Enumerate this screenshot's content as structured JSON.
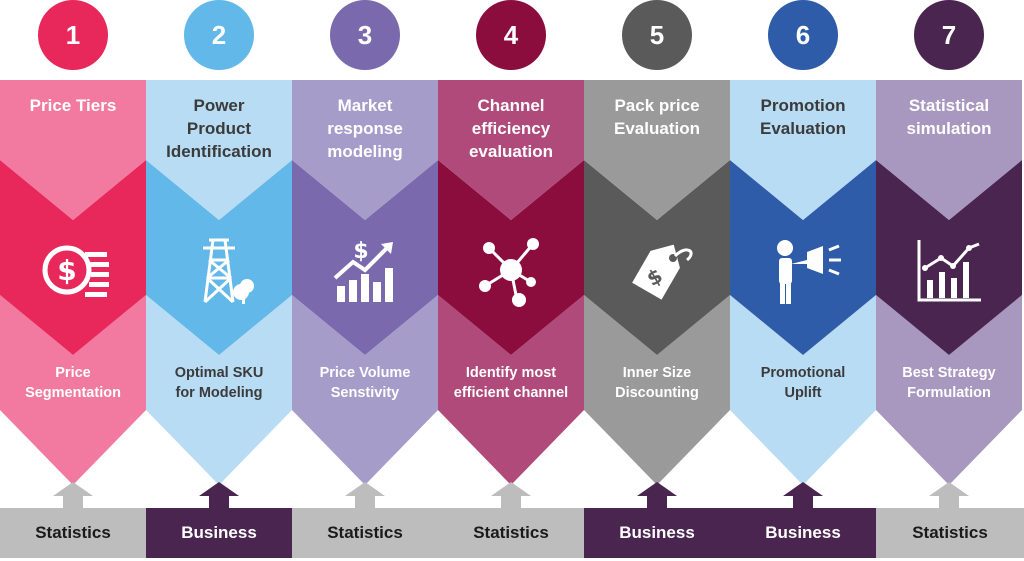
{
  "steps": [
    {
      "number": "1",
      "title": [
        "Price Tiers"
      ],
      "subtitle": [
        "Price",
        "Segmentation"
      ],
      "icon": "dollar-coin-icon",
      "footer": "Statistics",
      "footer_type": "statistics",
      "colors": {
        "circle": "#e8275a",
        "top": "#f27aa0",
        "mid": "#e8275a",
        "bottom": "#f27aa0",
        "text": "light"
      }
    },
    {
      "number": "2",
      "title": [
        "Power",
        "Product",
        "Identification"
      ],
      "subtitle": [
        "Optimal SKU",
        "for Modeling"
      ],
      "icon": "power-tower-icon",
      "footer": "Business",
      "footer_type": "business",
      "colors": {
        "circle": "#62b8e8",
        "top": "#b8dcf4",
        "mid": "#62b8e8",
        "bottom": "#b8dcf4",
        "text": "dark"
      }
    },
    {
      "number": "3",
      "title": [
        "Market",
        "response",
        "modeling"
      ],
      "subtitle": [
        "Price Volume",
        "Senstivity"
      ],
      "icon": "price-growth-chart-icon",
      "footer": "Statistics",
      "footer_type": "statistics",
      "colors": {
        "circle": "#7a6aad",
        "top": "#a59cc9",
        "mid": "#7a6aad",
        "bottom": "#a59cc9",
        "text": "light"
      }
    },
    {
      "number": "4",
      "title": [
        "Channel",
        "efficiency",
        "evaluation"
      ],
      "subtitle": [
        "Identify most",
        "efficient  channel"
      ],
      "icon": "network-nodes-icon",
      "footer": "Statistics",
      "footer_type": "statistics",
      "colors": {
        "circle": "#8b0d3e",
        "top": "#b04a7a",
        "mid": "#8b0d3e",
        "bottom": "#b04a7a",
        "text": "light"
      }
    },
    {
      "number": "5",
      "title": [
        "Pack price",
        "Evaluation"
      ],
      "subtitle": [
        "Inner Size",
        "Discounting"
      ],
      "icon": "price-tag-icon",
      "footer": "Business",
      "footer_type": "business",
      "colors": {
        "circle": "#5a5a5a",
        "top": "#9a9a9a",
        "mid": "#5a5a5a",
        "bottom": "#9a9a9a",
        "text": "light"
      }
    },
    {
      "number": "6",
      "title": [
        "Promotion",
        "Evaluation"
      ],
      "subtitle": [
        "Promotional",
        "Uplift"
      ],
      "icon": "megaphone-person-icon",
      "footer": "Business",
      "footer_type": "business",
      "colors": {
        "circle": "#2e5ca8",
        "top": "#b8dcf4",
        "mid": "#2e5ca8",
        "bottom": "#b8dcf4",
        "text": "dark"
      }
    },
    {
      "number": "7",
      "title": [
        "Statistical",
        "simulation"
      ],
      "subtitle": [
        "Best Strategy",
        "Formulation"
      ],
      "icon": "statistics-chart-icon",
      "footer": "Statistics",
      "footer_type": "statistics",
      "colors": {
        "circle": "#4a2550",
        "top": "#a897bf",
        "mid": "#4a2550",
        "bottom": "#a897bf",
        "text": "light"
      }
    }
  ],
  "footer_colors": {
    "statistics": "#bdbdbd",
    "business": "#4a2550"
  },
  "footer_text_colors": {
    "statistics": "#1a1a1a",
    "business": "#ffffff"
  }
}
